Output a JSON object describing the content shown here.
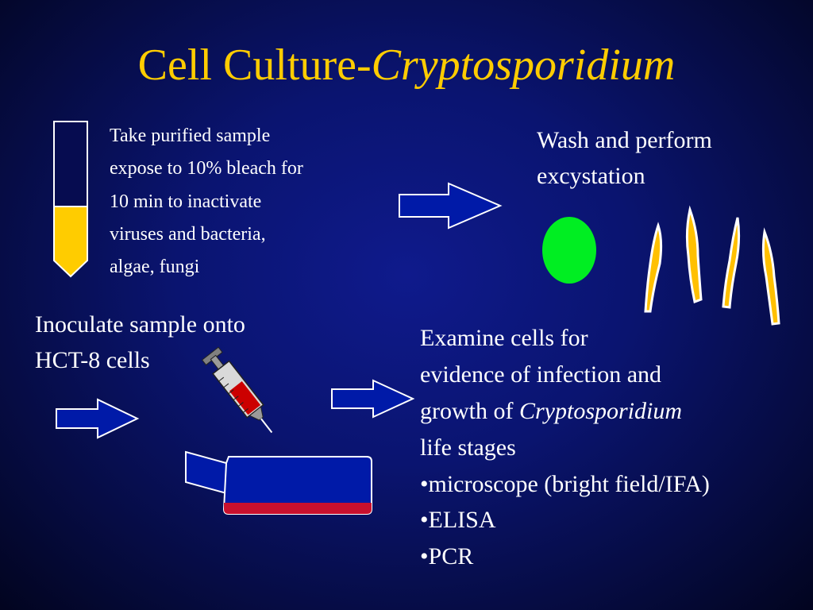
{
  "slide": {
    "title_plain": "Cell Culture-",
    "title_italic": "Cryptosporidium"
  },
  "steps": {
    "purify": "Take purified sample expose to 10% bleach for 10 min to inactivate viruses and bacteria, algae, fungi",
    "purify_lines": [
      "Take purified sample",
      "expose to 10% bleach for",
      "10 min to inactivate",
      "viruses and bacteria,",
      "algae, fungi"
    ],
    "wash_lines": [
      "Wash and perform",
      "excystation"
    ],
    "inoculate_lines": [
      "Inoculate sample onto",
      "HCT-8 cells"
    ],
    "examine_lines": [
      "Examine cells for",
      "evidence of infection and"
    ],
    "examine_growth_plain": "growth of ",
    "examine_growth_italic": "Cryptosporidium",
    "examine_tail": "life stages",
    "methods": [
      "•microscope (bright field/IFA)",
      "•ELISA",
      "•PCR"
    ]
  },
  "colors": {
    "title": "#ffcc00",
    "arrow_fill": "#001aa8",
    "tube_fill": "#ffcc00",
    "oocyst": "#00ee22",
    "sporozoite": "#ffc000",
    "flask_media": "#c8102e",
    "syringe_fluid": "#cc0000"
  }
}
